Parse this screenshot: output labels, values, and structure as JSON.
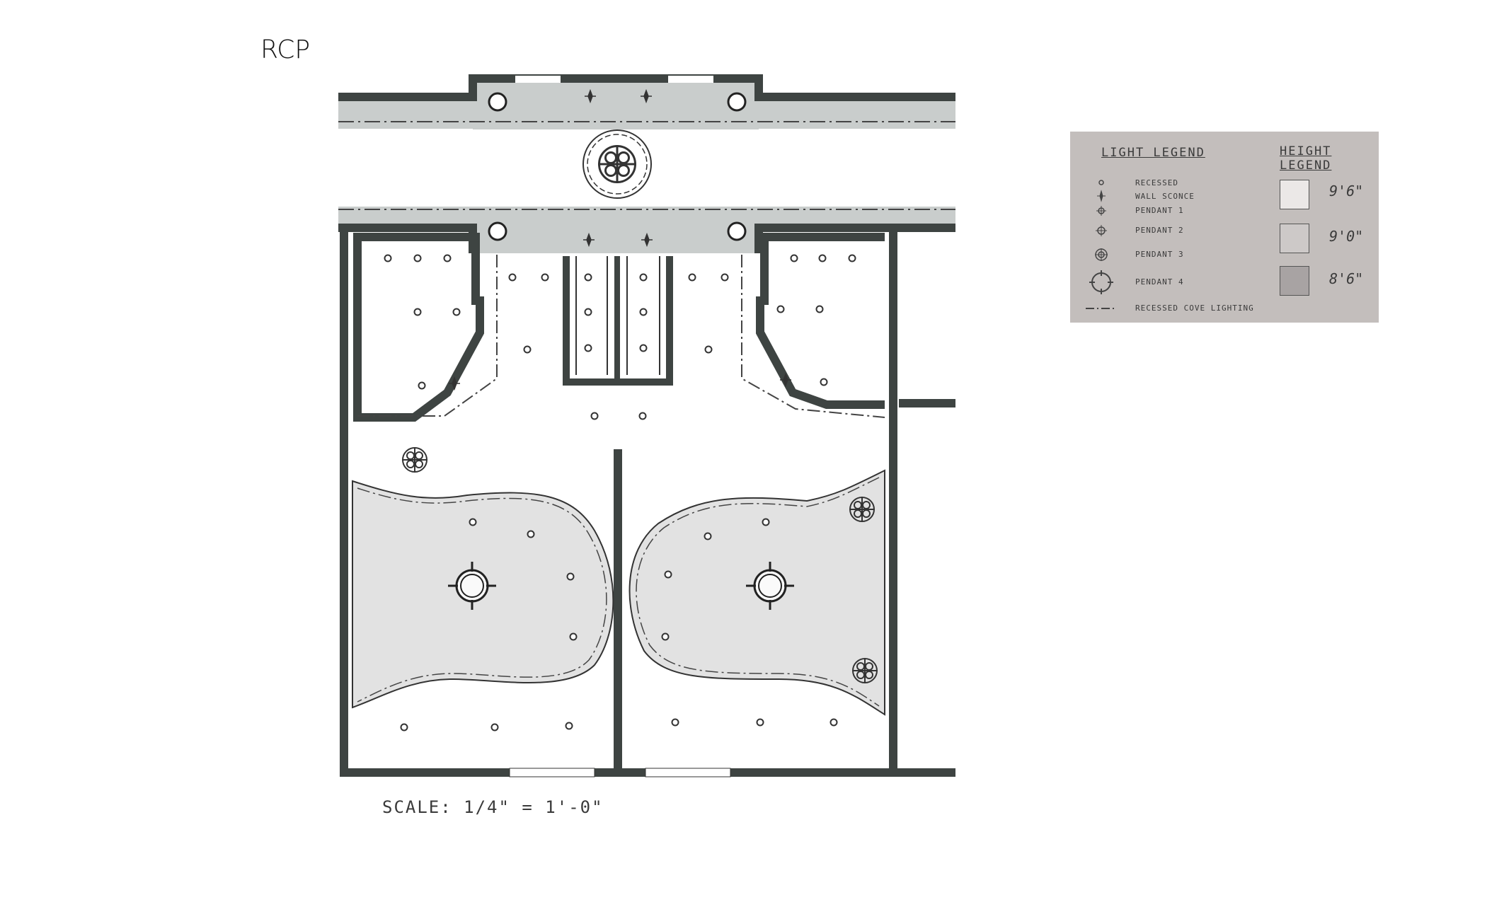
{
  "page": {
    "title": "RCP"
  },
  "drawing": {
    "scale_note": "SCALE: 1/4\" = 1'-0\""
  },
  "light_legend": {
    "title": "LIGHT LEGEND",
    "items": [
      {
        "label": "RECESSED",
        "symbol": "recessed-light-icon"
      },
      {
        "label": "WALL SCONCE",
        "symbol": "wall-sconce-icon"
      },
      {
        "label": "PENDANT 1",
        "symbol": "pendant-1-icon"
      },
      {
        "label": "PENDANT 2",
        "symbol": "pendant-2-icon"
      },
      {
        "label": "PENDANT 3",
        "symbol": "pendant-3-icon"
      },
      {
        "label": "PENDANT 4",
        "symbol": "pendant-4-icon"
      },
      {
        "label": "RECESSED COVE LIGHTING",
        "symbol": "cove-lighting-icon"
      }
    ]
  },
  "height_legend": {
    "title": "HEIGHT LEGEND",
    "items": [
      {
        "value": "9'6\"",
        "swatch_color": "#ebe8e7"
      },
      {
        "value": "9'0\"",
        "swatch_color": "#cdc9c8"
      },
      {
        "value": "8'6\"",
        "swatch_color": "#a8a3a3"
      }
    ]
  },
  "colors": {
    "wall": "#3e4442",
    "corridor": "#c9cdcc",
    "lowered_ceiling": "#e2e2e2",
    "legend_paper": "#c3bebc"
  }
}
